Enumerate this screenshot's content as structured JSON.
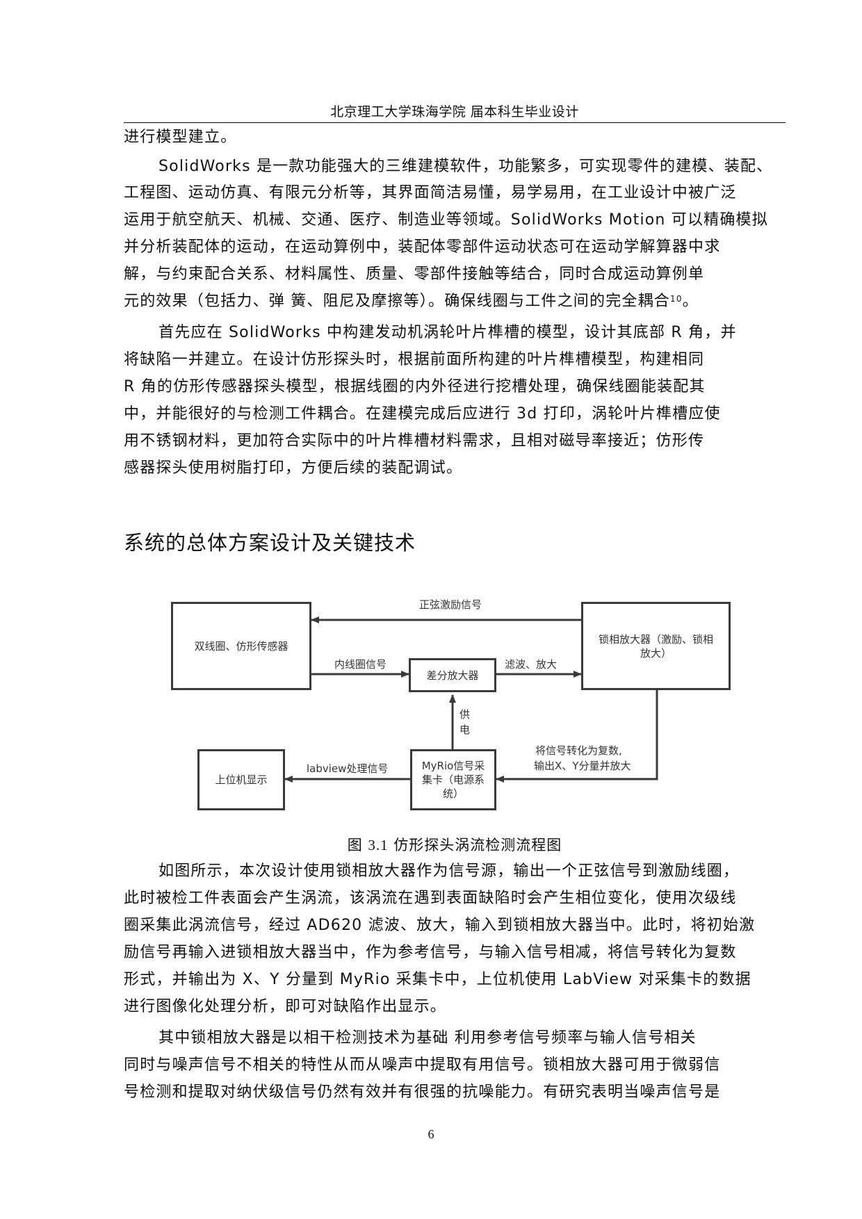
{
  "header": {
    "title": "北京理工大学珠海学院 届本科生毕业设计"
  },
  "paragraph1": {
    "lines": [
      "进行模型建立。"
    ]
  },
  "paragraph2": {
    "lines": [
      "SolidWorks 是一款功能强大的三维建模软件，功能繁多，可实现零件的建模、装配、",
      "工程图、运动仿真、有限元分析等，其界面简洁易懂，易学易用，在工业设计中被广泛",
      "运用于航空航天、机械、交通、医疗、制造业等领域。SolidWorks Motion 可以精确模拟",
      "并分析装配体的运动，在运动算例中，装配体零部件运动状态可在运动学解算器中求",
      "解，与约束配合关系、材料属性、质量、零部件接触等结合，同时合成运动算例单",
      "元的效果（包括力、弹 簧、阻尼及摩擦等）。确保线圈与工件之间的完全耦合"
    ],
    "citation": "10",
    "end_punct": "。"
  },
  "paragraph3": {
    "lines": [
      "首先应在 SolidWorks 中构建发动机涡轮叶片榫槽的模型，设计其底部 R 角，并",
      "将缺陷一并建立。在设计仿形探头时，根据前面所构建的叶片榫槽模型，构建相同",
      "R 角的仿形传感器探头模型，根据线圈的内外径进行挖槽处理，确保线圈能装配其",
      "中，并能很好的与检测工件耦合。在建模完成后应进行 3d 打印，涡轮叶片榫槽应使",
      "用不锈钢材料，更加符合实际中的叶片榫槽材料需求，且相对磁导率接近；仿形传",
      "感器探头使用树脂打印，方便后续的装配调试。"
    ]
  },
  "section": {
    "title": "系统的总体方案设计及关键技术"
  },
  "diagram": {
    "nodes": {
      "sensor": "双线圈、仿形传感器",
      "diff_amp": "差分放大器",
      "lockin_line1": "锁相放大器（激励、锁相",
      "lockin_line2": "放大）",
      "host": "上位机显示",
      "myrio_line1": "MyRio信号采",
      "myrio_line2": "集卡（电源系",
      "myrio_line3": "统）"
    },
    "edges": {
      "sine_excitation": "正弦激励信号",
      "inner_coil_signal": "内线圈信号",
      "filter_amplify": "滤波、放大",
      "power_line1": "供",
      "power_line2": "电",
      "complex_line1": "将信号转化为复数,",
      "complex_line2": "输出X、Y分量并放大",
      "labview": "labview处理信号"
    },
    "stroke_color": "#3a3a3a"
  },
  "figure": {
    "caption_prefix": "图 ",
    "caption_number": "3.1",
    "caption_text": " 仿形探头涡流检测流程图"
  },
  "paragraph4": {
    "lines": [
      "如图所示，本次设计使用锁相放大器作为信号源，输出一个正弦信号到激励线圈，",
      "此时被检工件表面会产生涡流，该涡流在遇到表面缺陷时会产生相位变化，使用次级线",
      "圈采集此涡流信号，经过 AD620 滤波、放大，输入到锁相放大器当中。此时，将初始激",
      "励信号再输入进锁相放大器当中，作为参考信号，与输入信号相减，将信号转化为复数",
      "形式，并输出为 X、Y 分量到 MyRio 采集卡中，上位机使用 LabView 对采集卡的数据",
      "进行图像化处理分析，即可对缺陷作出显示。"
    ]
  },
  "paragraph5": {
    "lines": [
      "其中锁相放大器是以相干检测技术为基础 利用参考信号频率与输人信号相关",
      "同时与噪声信号不相关的特性从而从噪声中提取有用信号。锁相放大器可用于微弱信",
      "号检测和提取对纳伏级信号仍然有效并有很强的抗噪能力。有研究表明当噪声信号是"
    ]
  },
  "footer": {
    "page_number": "6"
  }
}
